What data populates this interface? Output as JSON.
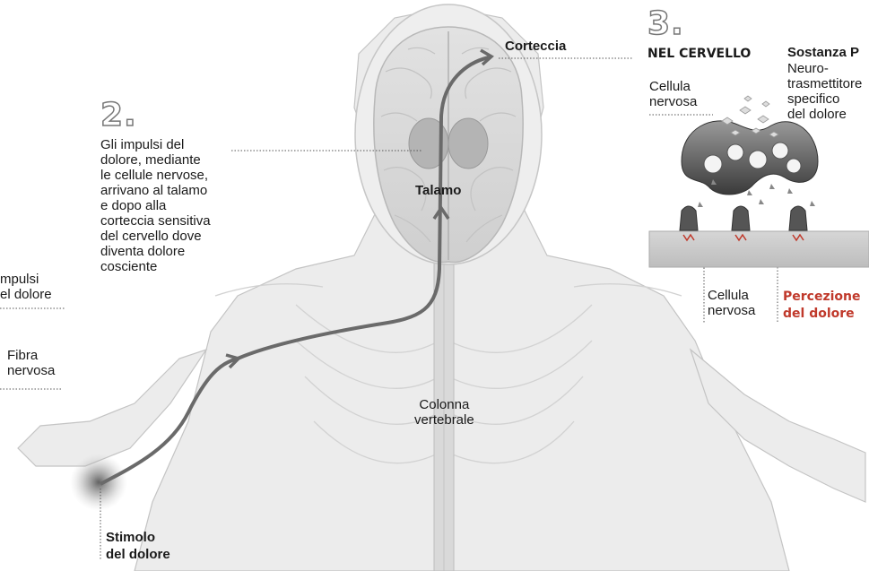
{
  "section2": {
    "number": "2.",
    "description": "Gli impulsi del\ndolore, mediante\nle cellule nervose,\narrivano al talamo\ne dopo alla\ncorteccia sensitiva\ndel cervello dove\ndiventa dolore\ncosciente"
  },
  "section3": {
    "number": "3.",
    "heading": "NEL CERVELLO",
    "substance_title": "Sostanza P",
    "substance_desc": "Neuro-\ntrasmettitore\nspecifico\ndel dolore",
    "cell_top": "Cellula\nnervosa",
    "cell_bottom": "Cellula\nnervosa",
    "perception": "Percezione\ndel dolore"
  },
  "labels": {
    "corteccia": "Corteccia",
    "talamo": "Talamo",
    "impulsi": "mpulsi\nel dolore",
    "fibra": "Fibra\nnervosa",
    "colonna": "Colonna\nvertebrale",
    "stimolo": "Stimolo\ndel dolore"
  },
  "colors": {
    "pathway": "#6a6a6a",
    "perception_accent": "#c0392b",
    "body_fill": "#e6e6e6"
  }
}
